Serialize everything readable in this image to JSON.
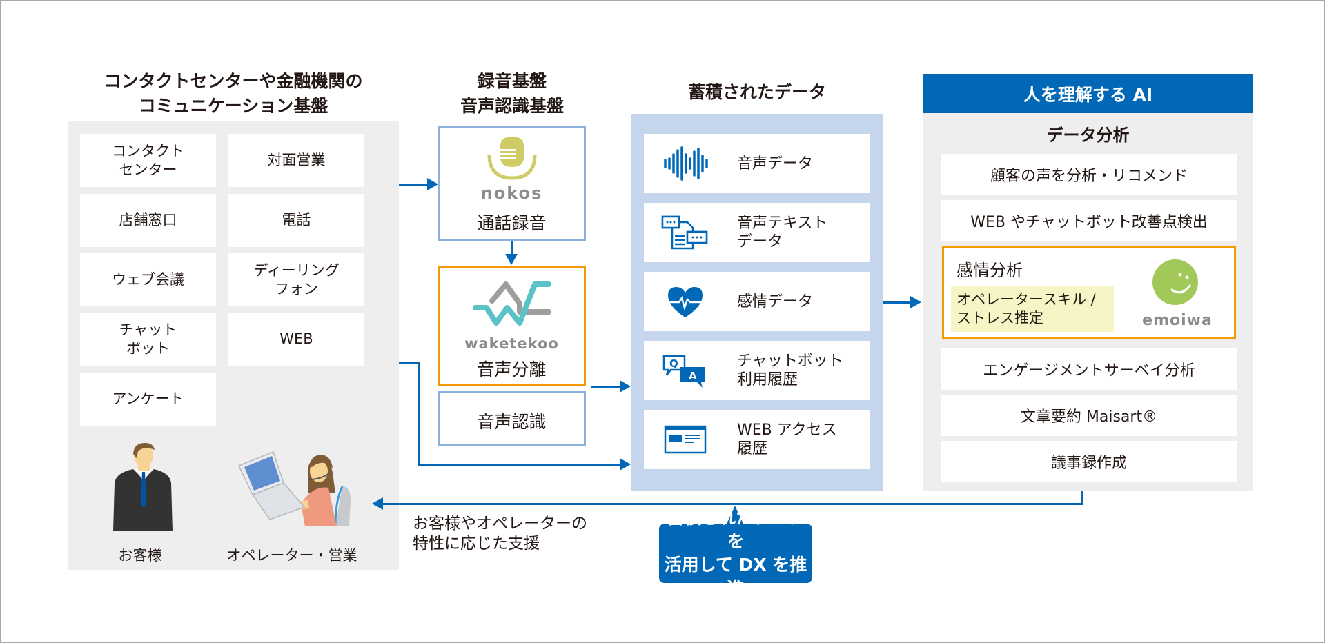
{
  "colors": {
    "brand_blue": "#0068b7",
    "panel_gray": "#eeeeee",
    "data_panel_blue": "#c5d6ec",
    "box_border_blue": "#8db0df",
    "highlight_orange": "#f39800",
    "nokos_olive": "#cfcb66",
    "waketekoo_teal": "#5bc3c8",
    "emoiwa_green": "#a3c85a",
    "skill_bg": "#f7f5c6"
  },
  "communication": {
    "title_line1": "コンタクトセンターや金融機関の",
    "title_line2": "コミュニケーション基盤",
    "channels": [
      {
        "label": "コンタクト\nセンター"
      },
      {
        "label": "対面営業"
      },
      {
        "label": "店舗窓口"
      },
      {
        "label": "電話"
      },
      {
        "label": "ウェブ会議"
      },
      {
        "label": "ディーリング\nフォン"
      },
      {
        "label": "チャット\nボット"
      },
      {
        "label": "WEB"
      },
      {
        "label": "アンケート"
      }
    ],
    "people": [
      {
        "label": "お客様",
        "icon": "businessman-icon"
      },
      {
        "label": "オペレーター・営業",
        "icon": "operator-with-laptop-icon"
      }
    ]
  },
  "recording": {
    "title_line1": "録音基盤",
    "title_line2": "音声認識基盤",
    "nokos": {
      "logo_text": "nokos",
      "label": "通話録音",
      "icon": "microphone-icon"
    },
    "waketekoo": {
      "logo_text": "waketekoo",
      "label": "音声分離",
      "icon": "waveform-logo-icon"
    },
    "recognition": {
      "label": "音声認識"
    }
  },
  "stored_data": {
    "title": "蓄積されたデータ",
    "items": [
      {
        "label": "音声データ",
        "icon": "sound-wave-icon"
      },
      {
        "label": "音声テキスト\nデータ",
        "icon": "chat-document-icon"
      },
      {
        "label": "感情データ",
        "icon": "heart-pulse-icon"
      },
      {
        "label": "チャットボット\n利用履歴",
        "icon": "qa-bubble-icon"
      },
      {
        "label": "WEB アクセス\n履歴",
        "icon": "browser-window-icon"
      }
    ]
  },
  "ai": {
    "header": "人を理解する AI",
    "subtitle": "データ分析",
    "items_top": [
      {
        "label": "顧客の声を分析・リコメンド"
      },
      {
        "label": "WEB やチャットボット改善点検出"
      }
    ],
    "emotion": {
      "title": "感情分析",
      "detail": "オペレータースキル /\nストレス推定",
      "logo_text": "emoiwa",
      "icon": "smiley-face-icon"
    },
    "items_bottom": [
      {
        "label": "エンゲージメントサーベイ分析"
      },
      {
        "label": "文章要約 Maisart®"
      },
      {
        "label": "議事録作成"
      }
    ]
  },
  "feedback": {
    "support_text": "お客様やオペレーターの\n特性に応じた支援",
    "callout": "蓄積されたデータを\n活用して DX を推進"
  }
}
